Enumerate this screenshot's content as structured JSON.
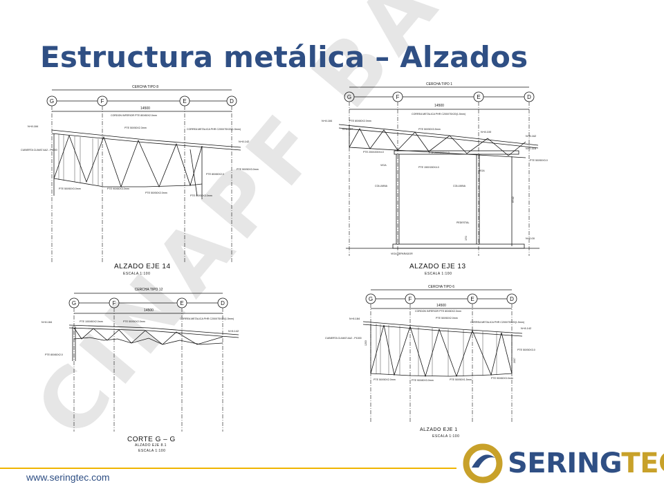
{
  "slide": {
    "title": "Estructura metálica – Alzados",
    "footer_url": "www.seringtec.com",
    "watermark": "CINAPF BAG"
  },
  "logo": {
    "text_a": "SERING",
    "text_b": "TEC",
    "colors": {
      "blue": "#2f4f84",
      "gold": "#c8a12a"
    }
  },
  "colors": {
    "title": "#2f4f84",
    "footer_rule": "#f0b400",
    "drawing_lines": "#111111"
  },
  "drawings": [
    {
      "id": "alzado-14",
      "caption": "ALZADO  EJE  14",
      "caption_sub": "ESCALA 1:100",
      "header": "CERCHA TIPO 8",
      "span": "14500",
      "axes": [
        "G",
        "F",
        "E",
        "D"
      ],
      "levels": {
        "top": "N+8.184",
        "right": "N+8.142"
      },
      "notes": [
        "CORDON INFERIOR PTE 80X80X2.0mm",
        "PTE 50X50X2.3mm",
        "CORREA METALICA PHR C200X75X20(1.5mm)",
        "CUBIERTA CLIMAT AA2 - P1000",
        "PTE 80X80X2.0",
        "PTE 50X50X3.0mm",
        "PTE 50X50X3.0mm",
        "PTE 90X80X3.0mm",
        "PTE 50X50X2.0mm",
        "PTE 50X50X3.0mm"
      ]
    },
    {
      "id": "alzado-13",
      "caption": "ALZADO  EJE  13",
      "caption_sub": "ESCALA 1:100",
      "header": "CERCHA TIPO 1",
      "span": "14500",
      "axes": [
        "G",
        "F",
        "E",
        "D"
      ],
      "levels": {
        "top": "N+8.184",
        "mid": "N+8.507",
        "right1": "N+8.162",
        "right2": "N+7.116",
        "floor": "N+0.00",
        "small": "N+8.100"
      },
      "notes": [
        "PTE 80X80X2.0mm",
        "CORREA METALICA PHR C200X75X20(1.5mm)",
        "PTE 50X50X3.5mm",
        "PTE 200X200X4.0",
        "PTE 200X200X4.0",
        "PTE 150X150X4.0",
        "PTE 50X50X3.0",
        "VIGA",
        "VIGA",
        "COLUMNA",
        "COLUMNA",
        "PEDESTAL",
        "VIGA SEPARADOR",
        "6742",
        "170"
      ]
    },
    {
      "id": "corte-g",
      "caption": "CORTE  G  –  G",
      "caption_sub": "ALZADO EJE 8.1",
      "caption_sub2": "ESCALA 1:100",
      "header": "CERCHA TIPO 12",
      "span": "14500",
      "axes": [
        "G",
        "F",
        "E",
        "D"
      ],
      "levels": {
        "left": "N+8.184",
        "right": "N+8.142"
      },
      "notes": [
        "PTE 100X80X2.0mm",
        "PTE 50X50X2.0mm",
        "CORREA METALICA PHR C200X75X20(1.5mm)",
        "PTE 80X80X2.0"
      ]
    },
    {
      "id": "alzado-1",
      "caption": "ALZADO  EJE  1",
      "caption_sub": "ESCALA 1:100",
      "header": "CERCHA TIPO 6",
      "span": "14500",
      "axes": [
        "G",
        "F",
        "E",
        "D"
      ],
      "levels": {
        "left": "N+8.184",
        "right": "N+8.142"
      },
      "notes": [
        "CORDON INFERIOR PTE 80X80X2.0mm",
        "PTE 50X50X2.0mm",
        "CORREA METALICA PHR C200X75X20(1.5mm)",
        "CUBIERTA CLIMAT AA2 - P1000",
        "PTE 50X50X2.0mm",
        "PTE 90X80X3.0mm",
        "PTE 50X50X1.5mm",
        "PTE 90X80X3.0mm",
        "PTE 50X50X3.0",
        "1203",
        "2007"
      ]
    }
  ]
}
